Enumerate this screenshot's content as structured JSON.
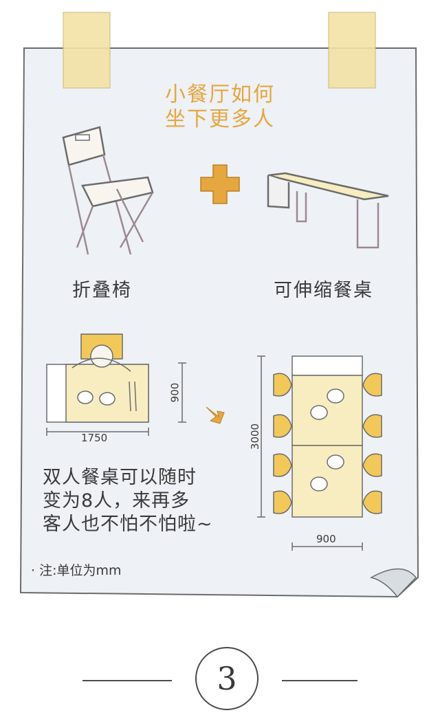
{
  "title": {
    "line1": "小餐厅如何",
    "line2": "坐下更多人"
  },
  "items": {
    "folding_chair": "折叠椅",
    "extendable_table": "可伸缩餐桌"
  },
  "plus_symbol": "+",
  "dimensions": {
    "small_table_width": "1750",
    "small_table_depth": "900",
    "long_table_length": "3000",
    "long_table_width": "900"
  },
  "description": {
    "line1": "双人餐桌可以随时",
    "line2": "变为8人，来再多",
    "line3": "客人也不怕不怕啦~"
  },
  "note": "· 注:单位为mm",
  "page_number": "3",
  "colors": {
    "accent_orange": "#e6a640",
    "paper": "#eef1f5",
    "table_fill": "#f8edc0",
    "chair_fill": "#f2c85a",
    "ink": "#3a3a3a",
    "tape": "#f3e2a5"
  }
}
